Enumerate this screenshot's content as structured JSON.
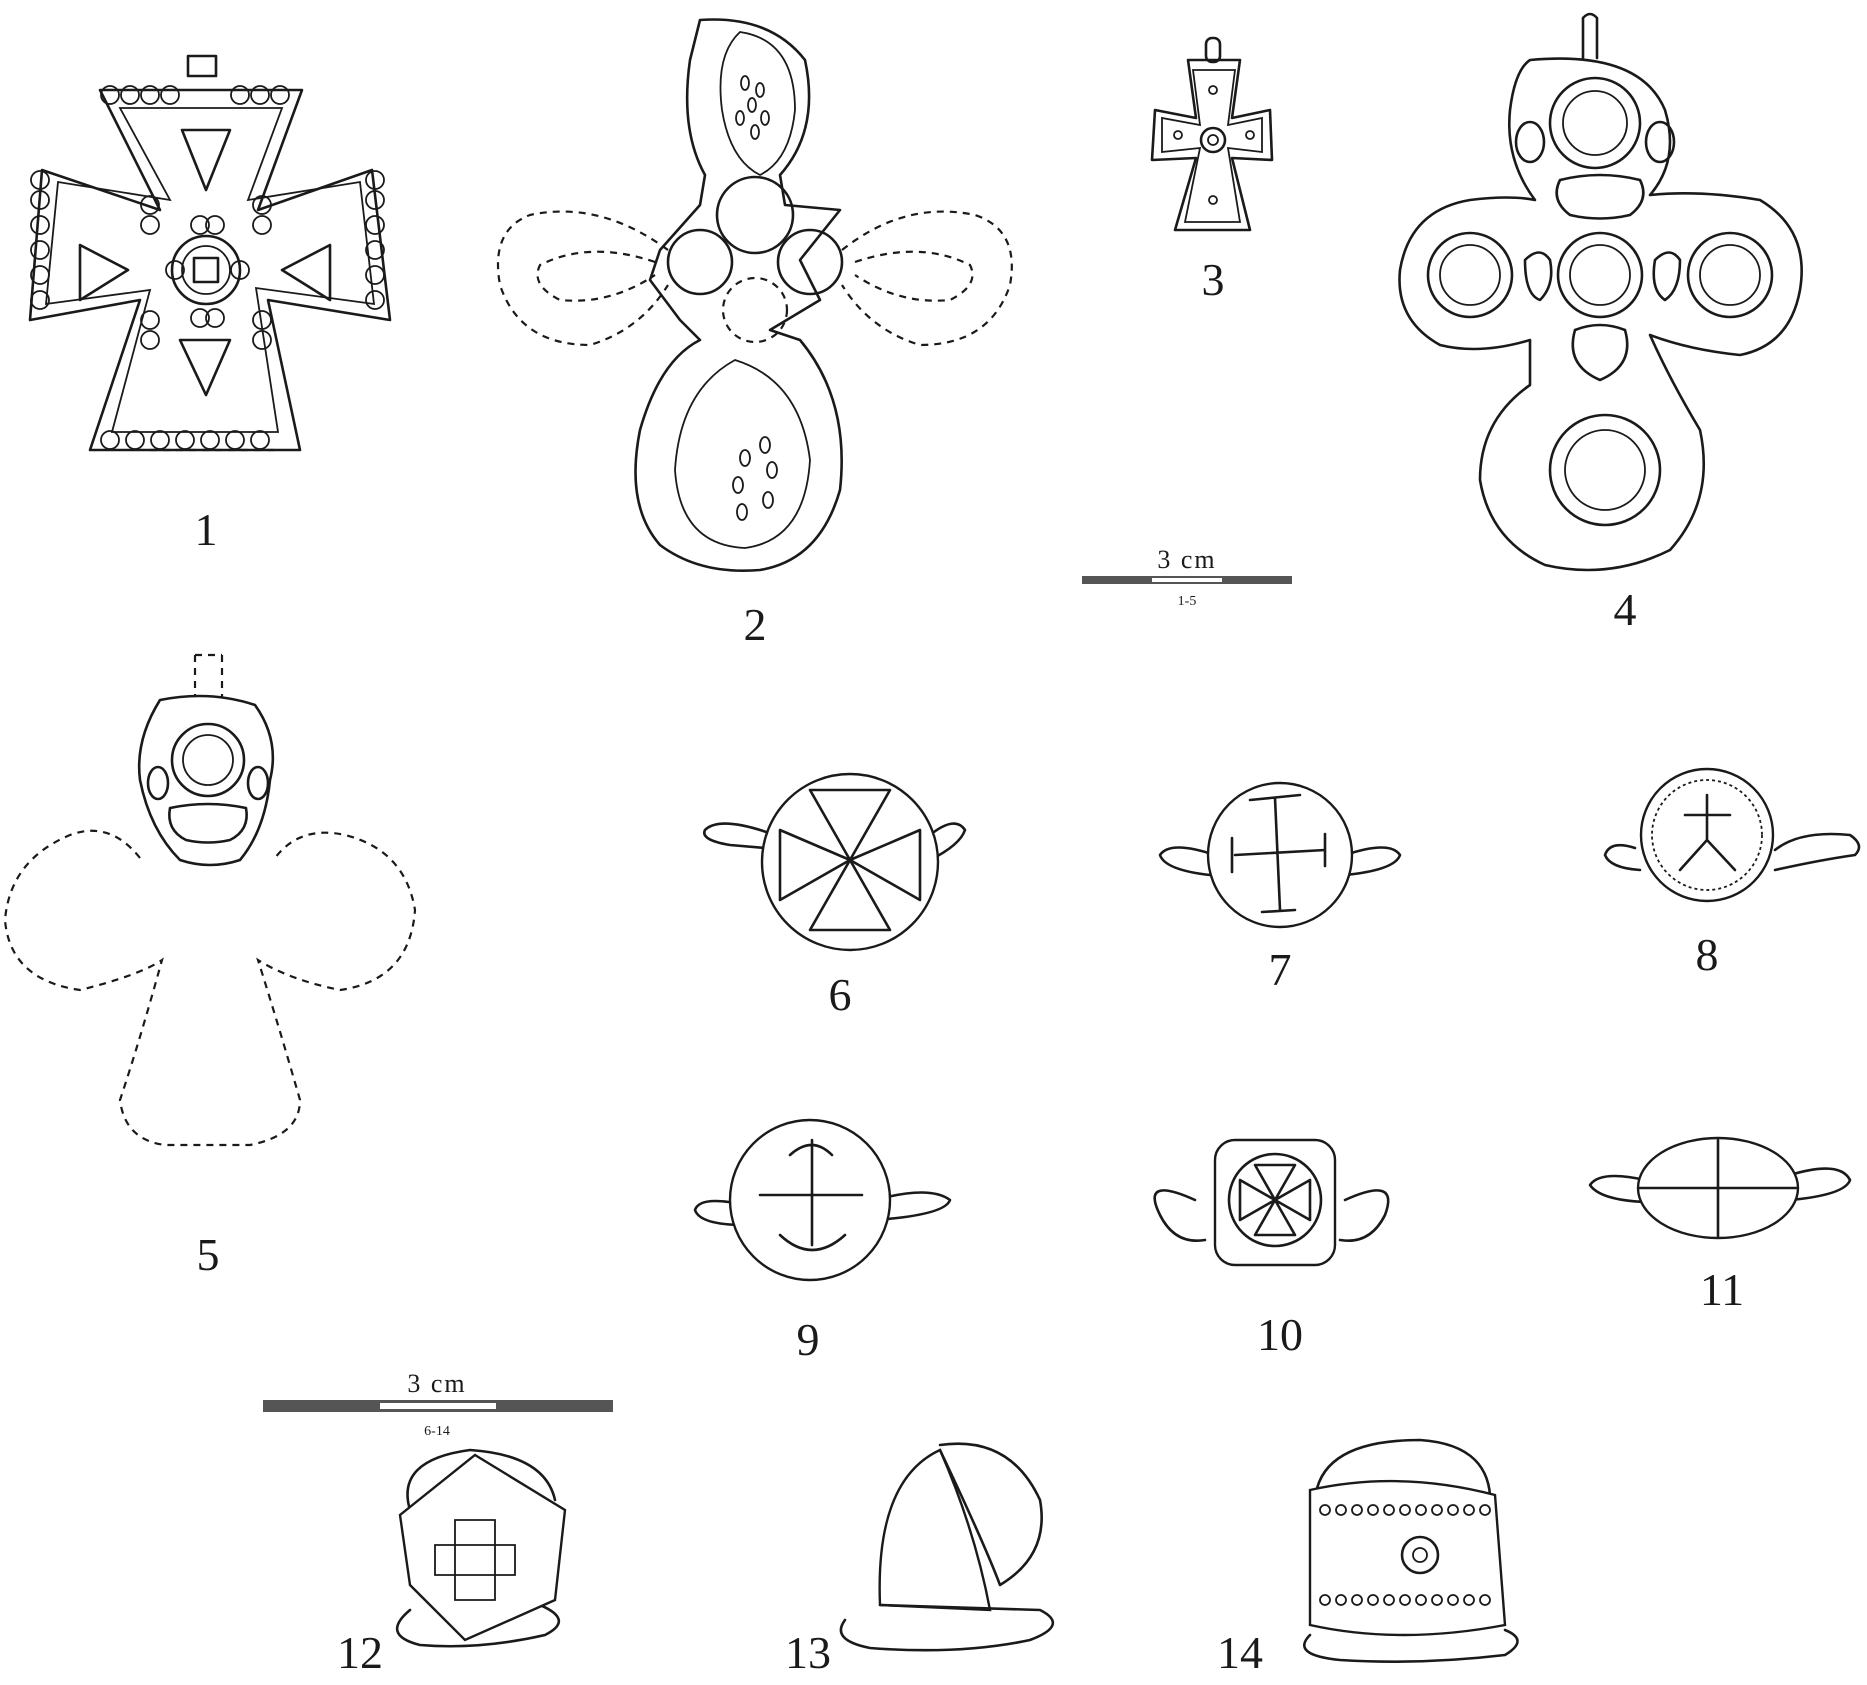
{
  "figure_labels": {
    "f1": "1",
    "f2": "2",
    "f3": "3",
    "f4": "4",
    "f5": "5",
    "f6": "6",
    "f7": "7",
    "f8": "8",
    "f9": "9",
    "f10": "10",
    "f11": "11",
    "f12": "12",
    "f13": "13",
    "f14": "14"
  },
  "scale_bars": {
    "crosses": {
      "length": "3 cm",
      "range": "1-5"
    },
    "rings": {
      "length": "3 cm",
      "range": "6-14"
    }
  },
  "colors": {
    "ink": "#1a1a1a",
    "background": "#ffffff",
    "scale_dark": "#555555",
    "scale_light": "#ffffff"
  }
}
